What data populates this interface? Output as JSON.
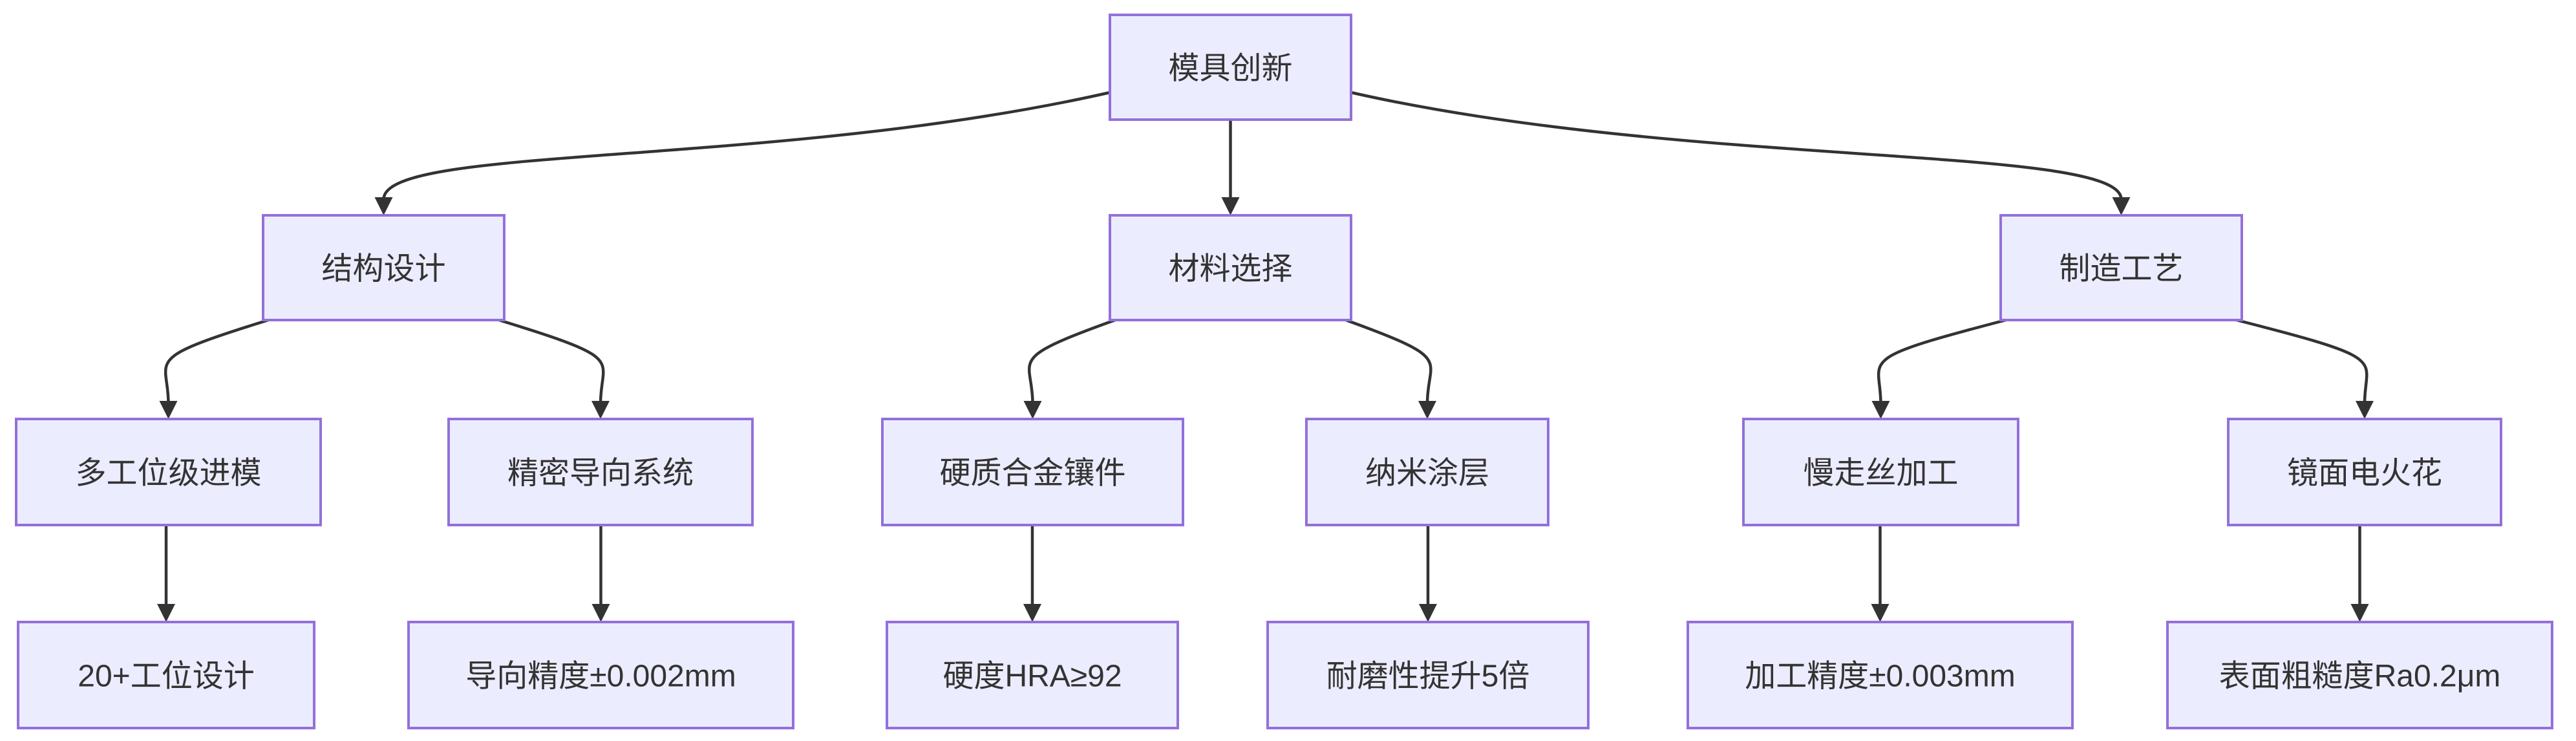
{
  "diagram": {
    "type": "flowchart",
    "direction": "top-down",
    "colors": {
      "background": "#FFFFFF",
      "node_fill": "#ECECFF",
      "node_border": "#9370DB",
      "edge": "#333333",
      "text": "#333333"
    },
    "nodes": [
      {
        "id": "root",
        "label": "模具创新",
        "level": 1
      },
      {
        "id": "structure-design",
        "label": "结构设计",
        "level": 2
      },
      {
        "id": "material-selection",
        "label": "材料选择",
        "level": 2
      },
      {
        "id": "manufacturing-process",
        "label": "制造工艺",
        "level": 2
      },
      {
        "id": "multi-station-progressive-die",
        "label": "多工位级进模",
        "level": 3
      },
      {
        "id": "precision-guide-system",
        "label": "精密导向系统",
        "level": 3
      },
      {
        "id": "carbide-insert",
        "label": "硬质合金镶件",
        "level": 3
      },
      {
        "id": "nano-coating",
        "label": "纳米涂层",
        "level": 3
      },
      {
        "id": "slow-wire-edm",
        "label": "慢走丝加工",
        "level": 3
      },
      {
        "id": "mirror-edm",
        "label": "镜面电火花",
        "level": 3
      },
      {
        "id": "station-design-20plus",
        "label": "20+工位设计",
        "level": 4
      },
      {
        "id": "guide-accuracy",
        "label": "导向精度±0.002mm",
        "level": 4
      },
      {
        "id": "hardness-hra",
        "label": "硬度HRA≥92",
        "level": 4
      },
      {
        "id": "wear-resistance",
        "label": "耐磨性提升5倍",
        "level": 4
      },
      {
        "id": "machining-accuracy",
        "label": "加工精度±0.003mm",
        "level": 4
      },
      {
        "id": "surface-roughness",
        "label": "表面粗糙度Ra0.2μm",
        "level": 4
      }
    ],
    "edges": [
      {
        "from": "root",
        "to": "structure-design"
      },
      {
        "from": "root",
        "to": "material-selection"
      },
      {
        "from": "root",
        "to": "manufacturing-process"
      },
      {
        "from": "structure-design",
        "to": "multi-station-progressive-die"
      },
      {
        "from": "structure-design",
        "to": "precision-guide-system"
      },
      {
        "from": "material-selection",
        "to": "carbide-insert"
      },
      {
        "from": "material-selection",
        "to": "nano-coating"
      },
      {
        "from": "manufacturing-process",
        "to": "slow-wire-edm"
      },
      {
        "from": "manufacturing-process",
        "to": "mirror-edm"
      },
      {
        "from": "multi-station-progressive-die",
        "to": "station-design-20plus"
      },
      {
        "from": "precision-guide-system",
        "to": "guide-accuracy"
      },
      {
        "from": "carbide-insert",
        "to": "hardness-hra"
      },
      {
        "from": "nano-coating",
        "to": "wear-resistance"
      },
      {
        "from": "slow-wire-edm",
        "to": "machining-accuracy"
      },
      {
        "from": "mirror-edm",
        "to": "surface-roughness"
      }
    ]
  }
}
